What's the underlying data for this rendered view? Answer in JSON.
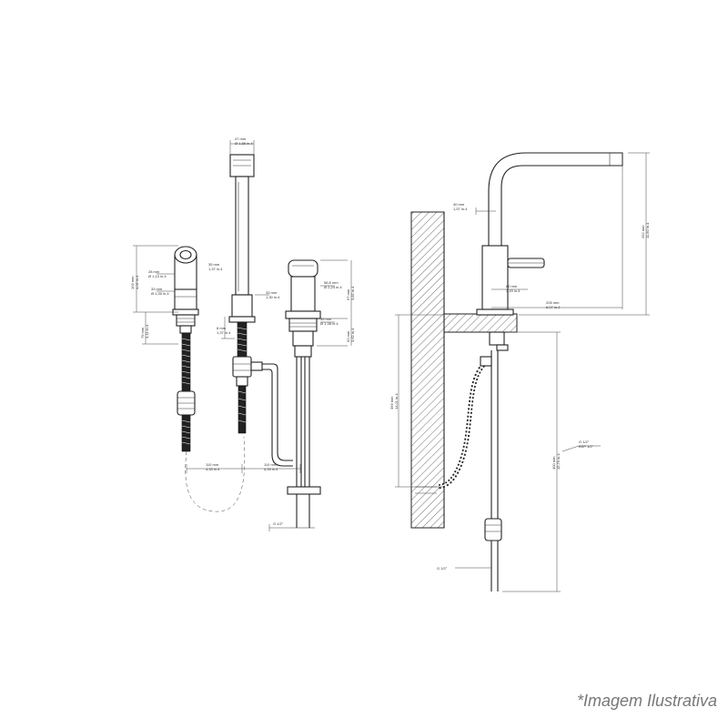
{
  "caption": "*Imagem Ilustrativa",
  "labels": {
    "pullout_top": [
      "47 mm",
      "Ø 1,85 in.4"
    ],
    "pullout_stem": [
      "35 mm",
      "1,37 in.4"
    ],
    "pullout_base": [
      "33 mm",
      "1,30 in.4"
    ],
    "pullout_small": [
      "8 mm",
      "1,37 in.4"
    ],
    "left_height": [
      "103 mm",
      "4,05 in.4"
    ],
    "left_dia1": [
      "28 mm",
      "Ø 1,10 in.4"
    ],
    "left_dia2": [
      "33 mm",
      "Ø 1,30 in.4"
    ],
    "left_lower": [
      "79 mm",
      "3,11 in.4"
    ],
    "mid_dia1": [
      "56,8 mm",
      "Ø 2,24 in.4"
    ],
    "mid_height": [
      "97 mm",
      "3,82 in.4"
    ],
    "mid_dia2": [
      "35 mm",
      "Ø 1,38 in.4"
    ],
    "mid_lower": [
      "92 mm",
      "3,62 in.4"
    ],
    "span_left": [
      "110 mm",
      "4,33 in.4"
    ],
    "span_right": [
      "110 mm",
      "4,33 in.4"
    ],
    "side_top": [
      "40 mm",
      "1,57 in.4"
    ],
    "side_inner": [
      "80 mm",
      "3,15 in.4"
    ],
    "side_reach": [
      "205 mm",
      "8,07 in.4"
    ],
    "side_total": [
      "292 mm",
      "11,50 in.4"
    ],
    "side_hose_left": [
      "356 mm",
      "14,01 in.4"
    ],
    "side_hose_right": [
      "400 mm",
      "15,75 in.4"
    ],
    "side_callout": [
      "G 1/2\"",
      "BSP 1/2\""
    ],
    "side_bottom": [
      "G 1/2\""
    ],
    "bottom_left": [
      "G 1/2\""
    ]
  }
}
